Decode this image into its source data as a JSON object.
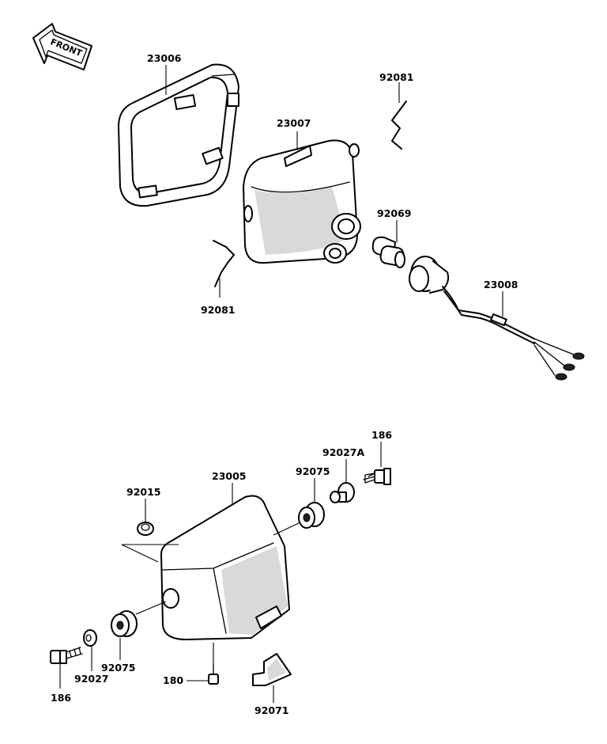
{
  "front_arrow": {
    "text": "FRONT",
    "icon": "front-direction-arrow-icon"
  },
  "labels": {
    "rim_23006": "23006",
    "housing_23007": "23007",
    "clip_92081_top": "92081",
    "clip_92081_left": "92081",
    "bulb_92069": "92069",
    "socket_23008": "23008",
    "cover_23005": "23005",
    "nut_92015": "92015",
    "grommet_92075_right": "92075",
    "collar_92027A": "92027A",
    "bolt_186_right": "186",
    "grommet_92075_left": "92075",
    "collar_92027": "92027",
    "bolt_186_left": "186",
    "bolt_180": "180",
    "bracket_92071": "92071"
  }
}
